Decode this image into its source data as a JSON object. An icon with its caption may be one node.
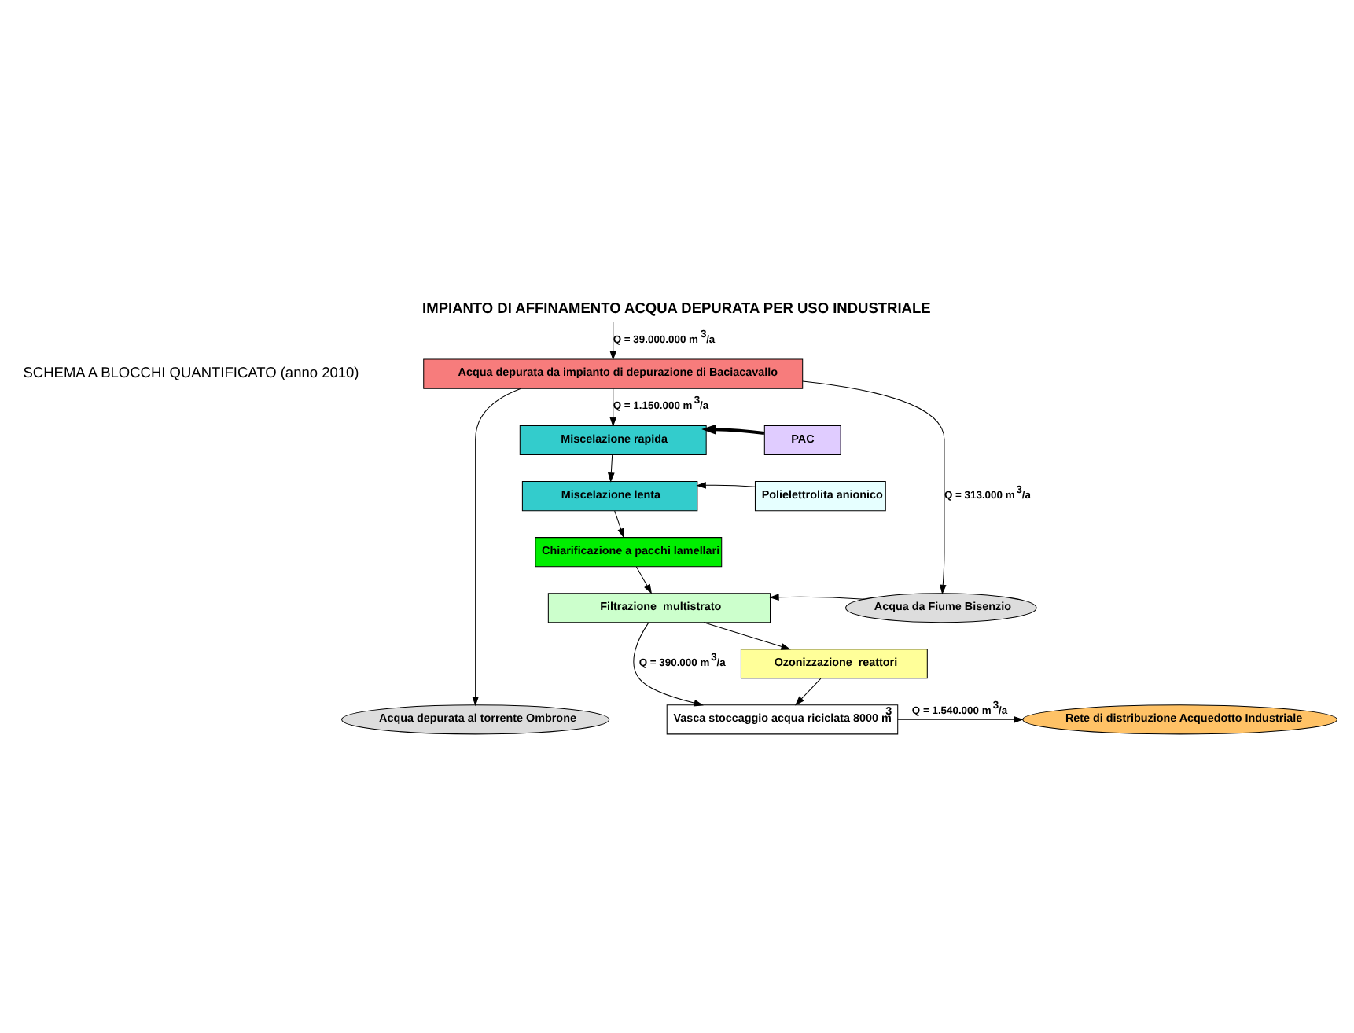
{
  "diagram": {
    "title": "IMPIANTO DI AFFINAMENTO ACQUA DEPURATA PER USO INDUSTRIALE",
    "nodes": [
      {
        "text": [
          "Acqua depurata da impianto di depurazione di Baciacavallo"
        ]
      },
      {
        "text": [
          "Miscelazione rapida"
        ]
      },
      {
        "text": [
          "PAC"
        ]
      },
      {
        "text": [
          "Miscelazione lenta"
        ]
      },
      {
        "text": [
          "Polielettrolita anionico"
        ]
      },
      {
        "text": [
          "Chiarificazione a pacchi lamellari"
        ]
      },
      {
        "text": [
          "Filtrazione  multistrato"
        ]
      },
      {
        "text": [
          "Acqua da Fiume Bisenzio"
        ]
      },
      {
        "text": [
          "Ozonizzazione  reattori"
        ]
      },
      {
        "text": [
          "Acqua depurata al torrente Ombrone"
        ]
      },
      {
        "text": [
          "Vasca stoccaggio acqua riciclata 8000 m$^{3}$"
        ]
      },
      {
        "text": [
          "Rete di distribuzione Acquedotto Industriale"
        ]
      }
    ],
    "edges": [
      {
        "from": null,
        "to": 0,
        "arrow": "to",
        "label": "Q = 39.000.000 m$^{3}$/a"
      },
      {
        "from": 0,
        "to": 9,
        "arrow": "to"
      },
      {
        "from": 0,
        "to": 7,
        "arrow": "to",
        "label": "Q = 313.000 m$^{3}$/a"
      },
      {
        "from": 0,
        "to": 1,
        "arrow": "to",
        "label": "Q = 1.150.000 m$^{3}$/a"
      },
      {
        "from": 2,
        "to": 1,
        "arrow": "to",
        "style": "thick"
      },
      {
        "from": 1,
        "to": 3,
        "arrow": "to"
      },
      {
        "from": 4,
        "to": 3,
        "arrow": "to"
      },
      {
        "from": 3,
        "to": 5,
        "arrow": "to"
      },
      {
        "from": 5,
        "to": 6,
        "arrow": "to"
      },
      {
        "from": 7,
        "to": 6,
        "arrow": "to"
      },
      {
        "from": 6,
        "to": 10,
        "arrow": "to",
        "label": "Q = 390.000 m$^{3}$/a"
      },
      {
        "from": 6,
        "to": 8,
        "arrow": "to"
      },
      {
        "from": 8,
        "to": 10,
        "arrow": "to"
      },
      {
        "from": 10,
        "to": 11,
        "arrow": "to",
        "label": "Q = 1.540.000 m$^{3}$/a"
      }
    ],
    "labels": [
      "SCHEMA A BLOCCHI QUANTIFICATO (anno 2010)"
    ]
  }
}
